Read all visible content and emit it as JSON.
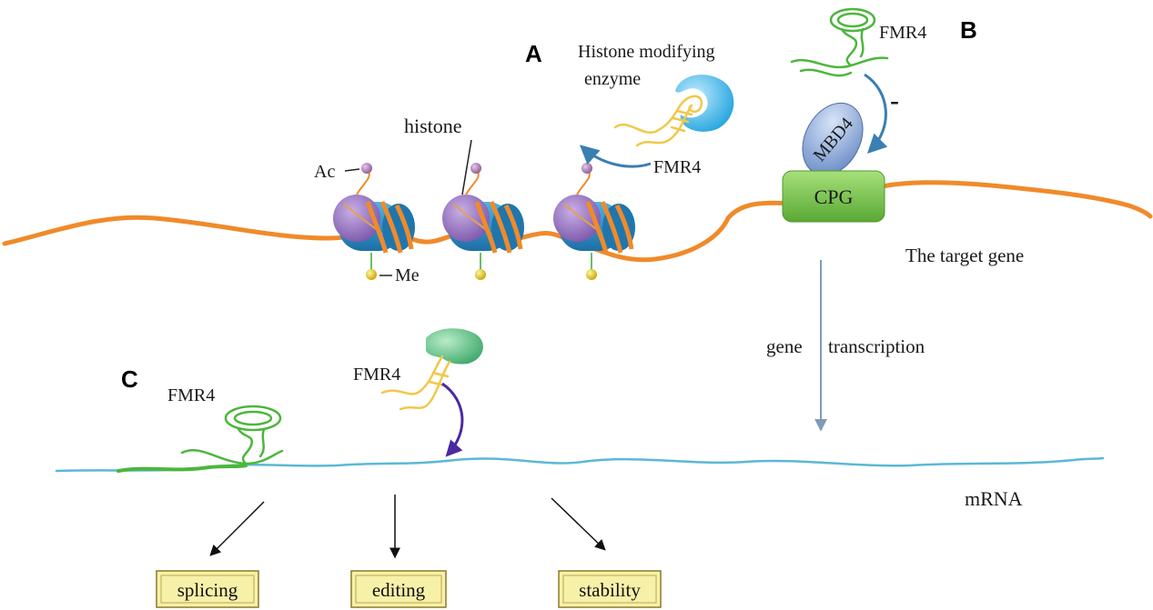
{
  "panels": {
    "a": "A",
    "b": "B",
    "c": "C"
  },
  "labels": {
    "histone_enzyme_line1": "Histone modifying",
    "histone_enzyme_line2": "enzyme",
    "histone": "histone",
    "acetyl": "Ac",
    "methyl": "Me",
    "fmr4_a": "FMR4",
    "fmr4_b": "FMR4",
    "fmr4_c1": "FMR4",
    "fmr4_c2": "FMR4",
    "minus": "-",
    "mbd4": "MBD4",
    "cpg": "CPG",
    "target_gene": "The target gene",
    "transcription_left": "gene",
    "transcription_right": "transcription",
    "mrna": "mRNA"
  },
  "outcomes": [
    "splicing",
    "editing",
    "stability"
  ],
  "colors": {
    "dna": "#f08a2a",
    "mrna": "#5ab8d8",
    "fmr4_green": "#4cb63c",
    "fmr4_yellow": "#f1c84a",
    "nucleosome_purple": "#9a7cc2",
    "nucleosome_blue": "#2e8bc0",
    "enzyme_blue": "#35b4e4",
    "enzyme_green": "#6cc48c",
    "mbd4": "#7d9fd3",
    "cpg": "#7cc44e",
    "box_fill": "#f7f0a8"
  }
}
